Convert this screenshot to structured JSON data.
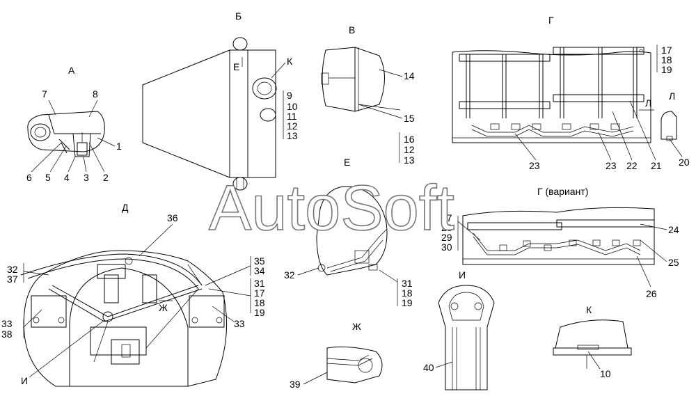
{
  "watermark": "AutoSoft",
  "views": {
    "a": "А",
    "b": "Б",
    "v": "В",
    "g": "Г",
    "l": "Л",
    "ye": "Е",
    "g_variant": "Г (вариант)",
    "d": "Д",
    "i": "И",
    "k": "К",
    "zh": "Ж"
  },
  "callouts": {
    "n1": "1",
    "n2": "2",
    "n3": "3",
    "n4": "4",
    "n5": "5",
    "n6": "6",
    "n7": "7",
    "n8": "8",
    "n9": "9",
    "n10": "10",
    "n11": "11",
    "n12": "12",
    "n13": "13",
    "n14": "14",
    "n15": "15",
    "n16": "16",
    "n12b": "12",
    "n13b": "13",
    "n17": "17",
    "n18": "18",
    "n19": "19",
    "n20": "20",
    "n21": "21",
    "n22": "22",
    "n23a": "23",
    "n23b": "23",
    "n24": "24",
    "n25": "25",
    "n26": "26",
    "n27": "27",
    "n28": "28",
    "n29": "29",
    "n30": "30",
    "n31": "31",
    "n18b": "18",
    "n19b": "19",
    "n32": "32",
    "n36": "36",
    "n32b": "32",
    "n37": "37",
    "n35": "35",
    "n34": "34",
    "n31b": "31",
    "n17b": "17",
    "n18c": "18",
    "n19c": "19",
    "n33a": "33",
    "n38": "38",
    "n33b": "33",
    "n40": "40",
    "n39": "39",
    "n10b": "10",
    "i_label": "И",
    "k_label": "К",
    "ye_arrow": "Е",
    "l_arrow": "Л",
    "zh_arrow": "Ж"
  }
}
